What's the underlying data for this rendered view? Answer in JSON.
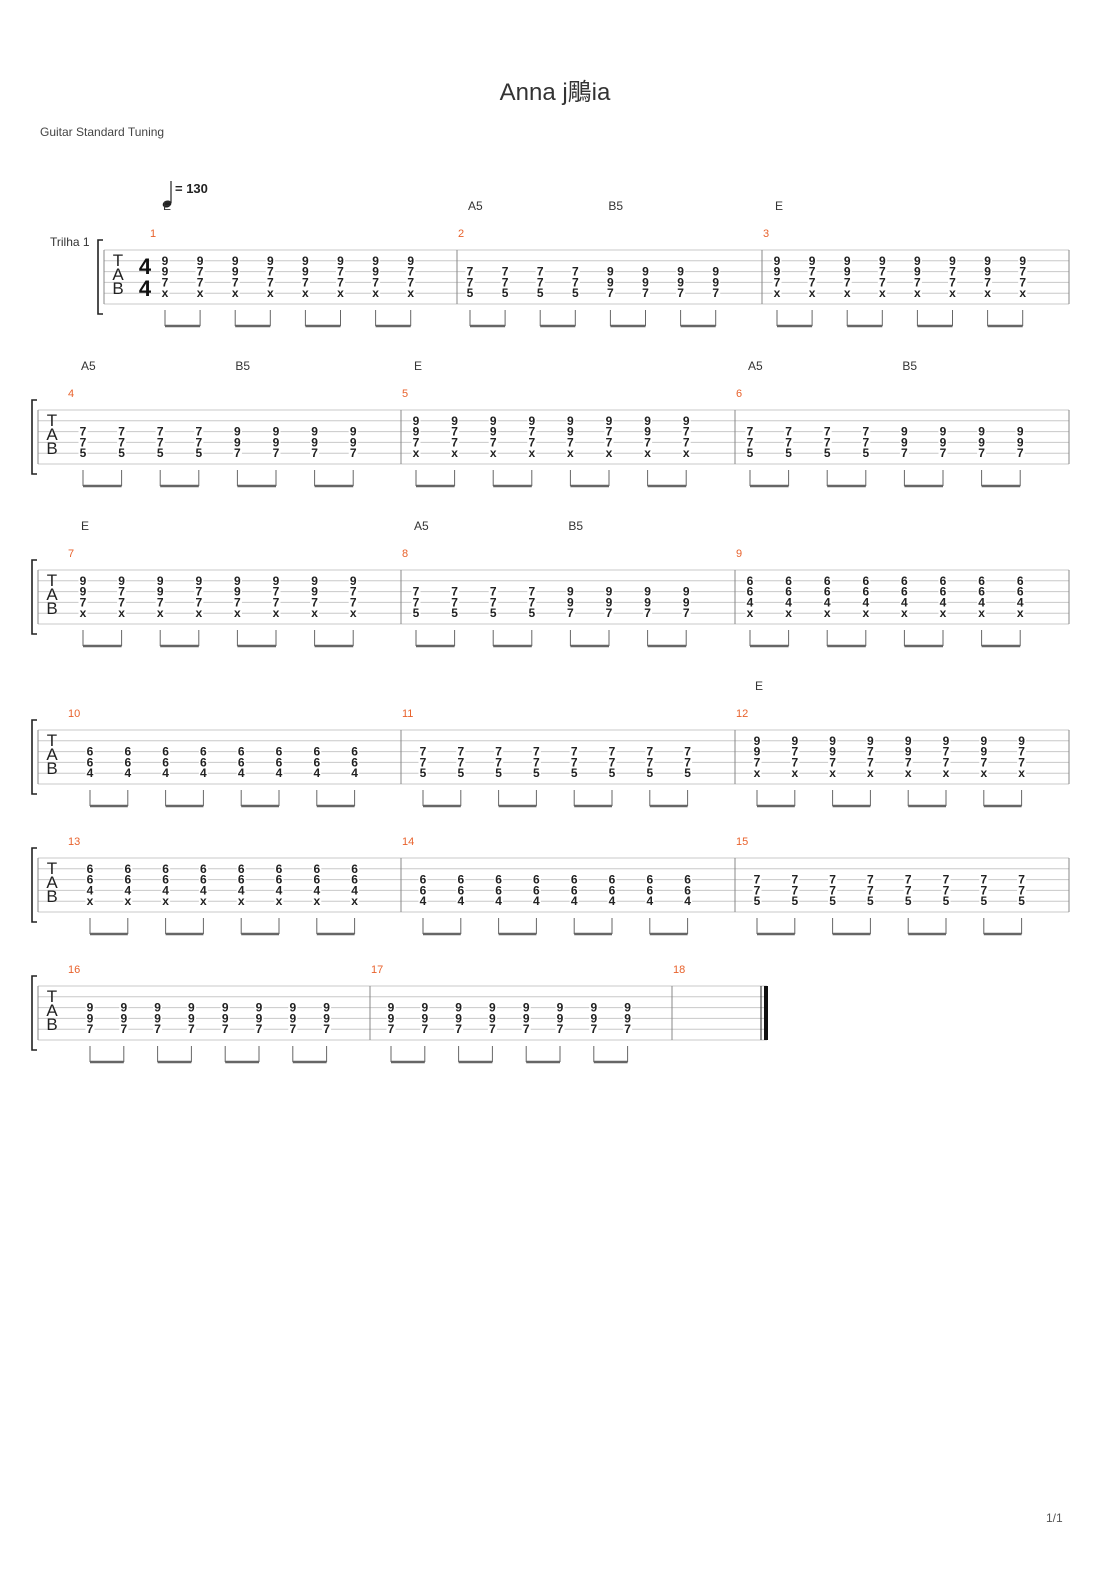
{
  "title": "Anna j鵰ia",
  "tuning": "Guitar Standard Tuning",
  "track_name": "Trilha 1",
  "tempo": {
    "symbol": "♩",
    "value": "= 130"
  },
  "time_signature": {
    "top": "4",
    "bottom": "4"
  },
  "tab_clef": [
    "T",
    "A",
    "B"
  ],
  "page_number": "1/1",
  "systems": [
    {
      "first_measure": 1,
      "measures": [
        {
          "number": "1",
          "chords": [
            {
              "name": "E",
              "beat": 0
            }
          ],
          "pattern": "E"
        },
        {
          "number": "2",
          "chords": [
            {
              "name": "A5",
              "beat": 0
            },
            {
              "name": "B5",
              "beat": 4
            }
          ],
          "pattern": "AB"
        },
        {
          "number": "3",
          "chords": [
            {
              "name": "E",
              "beat": 0
            }
          ],
          "pattern": "E"
        }
      ]
    },
    {
      "first_measure": 4,
      "measures": [
        {
          "number": "4",
          "chords": [
            {
              "name": "A5",
              "beat": 0
            },
            {
              "name": "B5",
              "beat": 4
            }
          ],
          "pattern": "AB"
        },
        {
          "number": "5",
          "chords": [
            {
              "name": "E",
              "beat": 0
            }
          ],
          "pattern": "E"
        },
        {
          "number": "6",
          "chords": [
            {
              "name": "A5",
              "beat": 0
            },
            {
              "name": "B5",
              "beat": 4
            }
          ],
          "pattern": "AB"
        }
      ]
    },
    {
      "first_measure": 7,
      "measures": [
        {
          "number": "7",
          "chords": [
            {
              "name": "E",
              "beat": 0
            }
          ],
          "pattern": "E"
        },
        {
          "number": "8",
          "chords": [
            {
              "name": "A5",
              "beat": 0
            },
            {
              "name": "B5",
              "beat": 4
            }
          ],
          "pattern": "AB"
        },
        {
          "number": "9",
          "chords": [],
          "pattern": "D6x"
        }
      ]
    },
    {
      "first_measure": 10,
      "measures": [
        {
          "number": "10",
          "chords": [],
          "pattern": "D6"
        },
        {
          "number": "11",
          "chords": [],
          "pattern": "A5"
        },
        {
          "number": "12",
          "chords": [
            {
              "name": "E",
              "beat": 0
            }
          ],
          "pattern": "E"
        }
      ]
    },
    {
      "first_measure": 13,
      "measures": [
        {
          "number": "13",
          "chords": [],
          "pattern": "D6x"
        },
        {
          "number": "14",
          "chords": [],
          "pattern": "D6"
        },
        {
          "number": "15",
          "chords": [],
          "pattern": "A5"
        }
      ]
    },
    {
      "first_measure": 16,
      "measures": [
        {
          "number": "16",
          "chords": [],
          "pattern": "E97"
        },
        {
          "number": "17",
          "chords": [],
          "pattern": "E97"
        },
        {
          "number": "18",
          "chords": [],
          "pattern": "rest"
        }
      ]
    }
  ],
  "patterns": {
    "E": [
      [
        "9",
        "9",
        "7",
        "x"
      ],
      [
        "9",
        "7",
        "7",
        "x"
      ],
      [
        "9",
        "9",
        "7",
        "x"
      ],
      [
        "9",
        "7",
        "7",
        "x"
      ],
      [
        "9",
        "9",
        "7",
        "x"
      ],
      [
        "9",
        "7",
        "7",
        "x"
      ],
      [
        "9",
        "9",
        "7",
        "x"
      ],
      [
        "9",
        "7",
        "7",
        "x"
      ]
    ],
    "AB": [
      [
        "7",
        "7",
        "5"
      ],
      [
        "7",
        "7",
        "5"
      ],
      [
        "7",
        "7",
        "5"
      ],
      [
        "7",
        "7",
        "5"
      ],
      [
        "9",
        "9",
        "7"
      ],
      [
        "9",
        "9",
        "7"
      ],
      [
        "9",
        "9",
        "7"
      ],
      [
        "9",
        "9",
        "7"
      ]
    ],
    "D6x": [
      [
        "6",
        "6",
        "4",
        "x"
      ],
      [
        "6",
        "6",
        "4",
        "x"
      ],
      [
        "6",
        "6",
        "4",
        "x"
      ],
      [
        "6",
        "6",
        "4",
        "x"
      ],
      [
        "6",
        "6",
        "4",
        "x"
      ],
      [
        "6",
        "6",
        "4",
        "x"
      ],
      [
        "6",
        "6",
        "4",
        "x"
      ],
      [
        "6",
        "6",
        "4",
        "x"
      ]
    ],
    "D6": [
      [
        "6",
        "6",
        "4"
      ],
      [
        "6",
        "6",
        "4"
      ],
      [
        "6",
        "6",
        "4"
      ],
      [
        "6",
        "6",
        "4"
      ],
      [
        "6",
        "6",
        "4"
      ],
      [
        "6",
        "6",
        "4"
      ],
      [
        "6",
        "6",
        "4"
      ],
      [
        "6",
        "6",
        "4"
      ]
    ],
    "A5": [
      [
        "7",
        "7",
        "5"
      ],
      [
        "7",
        "7",
        "5"
      ],
      [
        "7",
        "7",
        "5"
      ],
      [
        "7",
        "7",
        "5"
      ],
      [
        "7",
        "7",
        "5"
      ],
      [
        "7",
        "7",
        "5"
      ],
      [
        "7",
        "7",
        "5"
      ],
      [
        "7",
        "7",
        "5"
      ]
    ],
    "E97": [
      [
        "9",
        "9",
        "7"
      ],
      [
        "9",
        "9",
        "7"
      ],
      [
        "9",
        "9",
        "7"
      ],
      [
        "9",
        "9",
        "7"
      ],
      [
        "9",
        "9",
        "7"
      ],
      [
        "9",
        "9",
        "7"
      ],
      [
        "9",
        "9",
        "7"
      ],
      [
        "9",
        "9",
        "7"
      ]
    ],
    "rest": []
  },
  "colors": {
    "measure_number": "#e8622c",
    "staff_line": "#c8c8c8",
    "barline": "#888888",
    "fret": "#222222",
    "beam": "#666666"
  }
}
